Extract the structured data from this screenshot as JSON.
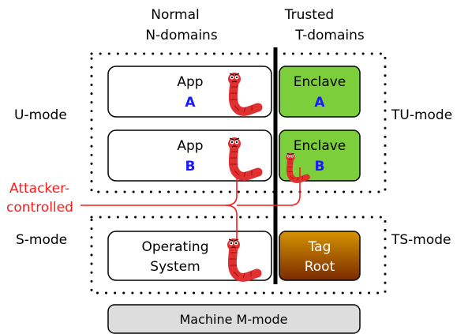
{
  "header": {
    "normal_line1": "Normal",
    "normal_line2": "N-domains",
    "trusted_line1": "Trusted",
    "trusted_line2": "T-domains"
  },
  "modes": {
    "u": "U-mode",
    "tu": "TU-mode",
    "s": "S-mode",
    "ts": "TS-mode",
    "machine": "Machine M-mode"
  },
  "boxes": {
    "app_a": {
      "title": "App",
      "letter": "A"
    },
    "app_b": {
      "title": "App",
      "letter": "B"
    },
    "enclave_a": {
      "title": "Enclave",
      "letter": "A"
    },
    "enclave_b": {
      "title": "Enclave",
      "letter": "B"
    },
    "os_line1": "Operating",
    "os_line2": "System",
    "tag_line1": "Tag",
    "tag_line2": "Root"
  },
  "attacker": {
    "line1": "Attacker-",
    "line2": "controlled"
  },
  "colors": {
    "enclave_fill": "#7ccf3a",
    "tag_fill_top": "#d59400",
    "tag_fill_bottom": "#7a2a00",
    "worm": "#e03030",
    "attacker_line": "#ff1a1a",
    "machine_fill": "#dddddd"
  },
  "icons": [
    "worm-icon"
  ]
}
